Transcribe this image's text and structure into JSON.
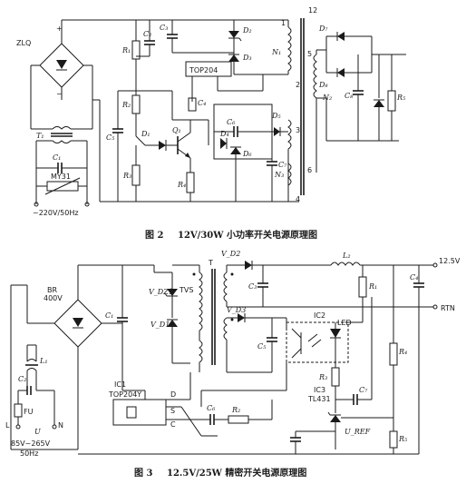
{
  "figure2": {
    "caption_num": "图 2",
    "caption_text": "12V/30W 小功率开关电源原理图",
    "labels": {
      "zlq": "ZLQ",
      "t1": "T₁",
      "c1": "C₁",
      "my31": "MY31",
      "ac_in": "~220V/50Hz",
      "r1": "R₁",
      "c2": "C₂",
      "c3": "C₃",
      "c4": "C₄",
      "c5": "C₅",
      "c6": "C₆",
      "c7": "C₇",
      "c8": "C₈",
      "r2": "R₂",
      "r3": "R₃",
      "r4": "R₄",
      "r5": "R₅",
      "d1": "D₁",
      "d2": "D₂",
      "d3": "D₃",
      "d4": "D₄",
      "d5": "D₅",
      "d6": "D₆",
      "d7": "D₇",
      "d8": "D₈",
      "q1": "Q₁",
      "chip": "TOP204",
      "n1": "N₁",
      "n2": "N₂",
      "n3": "N₃",
      "pin12": "12",
      "pin1": "1",
      "pin2": "2",
      "pin3": "3",
      "pin4": "4",
      "pin5": "5",
      "pin6": "6",
      "plus": "+",
      "minus": "−"
    }
  },
  "figure3": {
    "caption_num": "图 3",
    "caption_text": "12.5V/25W 精密开关电源原理图",
    "labels": {
      "out_voltage": "12.5V",
      "rtn": "RTN",
      "br": "BR",
      "br_v": "400V",
      "c1": "C₁",
      "c2": "C₂",
      "c3": "C₃",
      "c4": "C₄",
      "c5": "C₅",
      "c6": "C₆",
      "c7": "C₇",
      "l1": "L₁",
      "l2": "L₂",
      "vdz1": "V_DZ1",
      "vd1": "V_D1",
      "vd2": "V_D2",
      "vd3": "V_D3",
      "tvs": "TVS",
      "t": "T",
      "ic1": "IC1",
      "ic1_part": "TOP204Y",
      "pin_d": "D",
      "pin_s": "S",
      "pin_c": "C",
      "ic2": "IC2",
      "led": "LED",
      "r1": "R₁",
      "r2": "R₂",
      "r3": "R₃",
      "r4": "R₄",
      "r5": "R₅",
      "ic3": "IC3",
      "ic3_part": "TL431",
      "uref": "U_REF",
      "fu": "FU",
      "pin_l": "L",
      "pin_n": "N",
      "u_sym": "U",
      "ac_range": "85V~265V",
      "ac_freq": "50Hz"
    }
  }
}
